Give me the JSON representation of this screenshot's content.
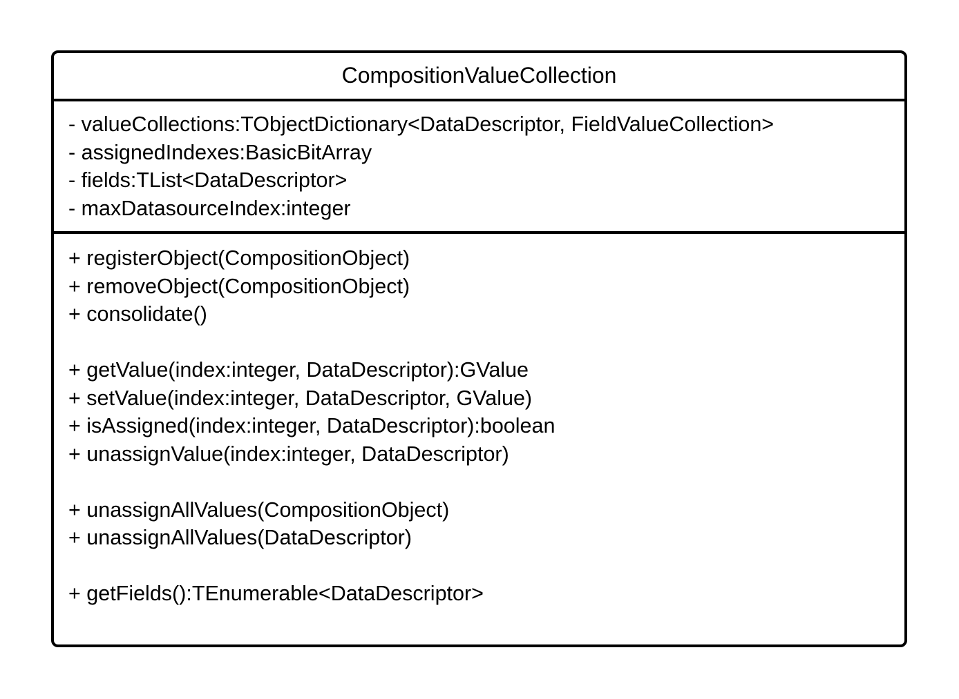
{
  "class": {
    "name": "CompositionValueCollection",
    "attributes": [
      "- valueCollections:TObjectDictionary<DataDescriptor, FieldValueCollection>",
      "- assignedIndexes:BasicBitArray",
      "- fields:TList<DataDescriptor>",
      "- maxDatasourceIndex:integer"
    ],
    "methods": [
      "+ registerObject(CompositionObject)",
      "+ removeObject(CompositionObject)",
      "+ consolidate()",
      "",
      "+ getValue(index:integer, DataDescriptor):GValue",
      "+ setValue(index:integer, DataDescriptor, GValue)",
      "+ isAssigned(index:integer, DataDescriptor):boolean",
      "+ unassignValue(index:integer, DataDescriptor)",
      "",
      "+ unassignAllValues(CompositionObject)",
      "+ unassignAllValues(DataDescriptor)",
      "",
      "+ getFields():TEnumerable<DataDescriptor>"
    ]
  }
}
